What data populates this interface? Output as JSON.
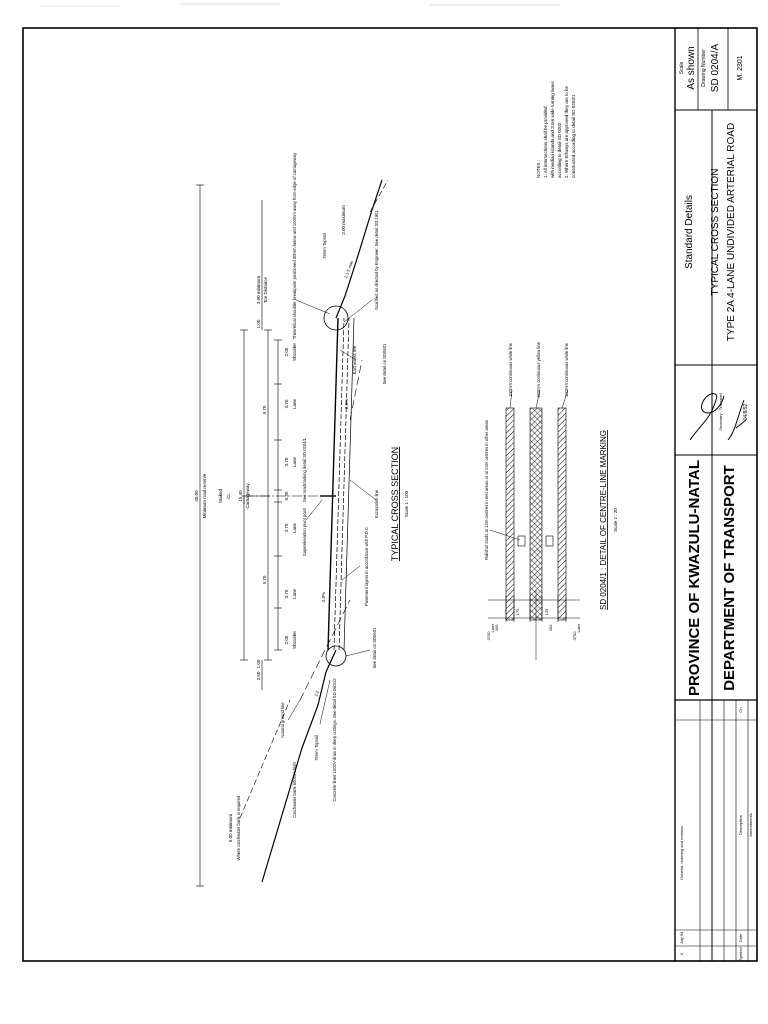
{
  "title_block": {
    "scale_label": "Scale",
    "scale_value": "As shown",
    "drawing_number_label": "Drawing Number",
    "drawing_number": "SD 0204/A",
    "sheet_code": "M. 2301",
    "series": "Standard Details",
    "title_line1": "TYPICAL CROSS SECTION",
    "title_line2": "TYPE 2A 4-LANE UNDIVIDED ARTERIAL ROAD",
    "province": "PROVINCE OF KWAZULU-NATAL",
    "department": "DEPARTMENT OF TRANSPORT",
    "signature_role": "Secretary : Transport",
    "signature_date": "04/8/92"
  },
  "amendments": {
    "header": "Amendments",
    "col_symbol": "Symbol",
    "col_date": "Date",
    "col_description": "Description",
    "col_initials": "Ch",
    "rows": [
      {
        "symbol": "A",
        "date": "July 94",
        "description": "General: ordering and revision"
      }
    ]
  },
  "notes": {
    "heading": "NOTES :",
    "items": [
      "1. All intersections shall be provided",
      "with median islands and 3.5m wide turning lanes",
      "according to detail SD 0202",
      "2. Where Erfways are approved they are to be",
      "constructed according to detail SD 0203/1"
    ]
  },
  "cross_section": {
    "title": "TYPICAL CROSS SECTION",
    "scale": "Scale 1 : 100",
    "dims": {
      "reserve": "40.00",
      "reserve_label": "Minimum road reserve",
      "staked_label": "Staked",
      "cl_label": "CL",
      "carriageway_total": "15.40",
      "carriageway_label": "Carriageway",
      "half_left": "9.70",
      "half_right": "9.70",
      "shoulder": "2.00",
      "shoulder_label": "Shoulder",
      "lane": "3.70",
      "lane_label": "Lane",
      "median_line": "0.30",
      "verge_left": "1.00",
      "verge_right": "1.00",
      "edge_left": "2.50",
      "toe_distance": "3.00 minimum",
      "toe_label": "Toe Distance",
      "cut_distance": "3.00 maximum",
      "fill_left": "6.00 minimum",
      "crossfall_left": "2.0%",
      "crossfall_right": "2.0%"
    },
    "labels": {
      "natural_ground": "Natural ground line",
      "topsoil_left": "75mm Topsoil",
      "topsoil_right": "75mm Topsoil",
      "catchwater_bank": "Catchwater bank 600mm high",
      "where_bank": "Where catchwater bank is required",
      "concrete_drain": "Concrete lined 1000V-drain in deep cuttings. See detail SD 0601/2",
      "see_detail_left": "See detail on SD0601",
      "pavement_layers": "Pavement layers in accordance with P.D.C.",
      "superelevation": "Superelevation pivot point",
      "see_roadmarking": "See roadmarking detail SD 0204/1",
      "excavation_line": "Excavation line",
      "earthworks_line": "Earthworks line",
      "see_detail_right": "See detail on SD0601",
      "shoulder_breakpoint": "Theoretical shoulder breakpoint positioned 30mm below and 100mm away from edge of carriageway",
      "topsoil_75": "75mm Topsoil",
      "scarified": "Scarified as directed by Engineer. See detail SD 1901",
      "slope_1_2": "1:2",
      "slope_1_4": "1:4",
      "slope_1_15": "1:1.5 max"
    }
  },
  "centre_line": {
    "title": "SD 0204/1 : DETAIL OF CENTRE-LINE MARKING",
    "scale": "Scale 1 : 20",
    "railshot_note": "Railshot studs at 12m centres in rest areas or at 24m centres in other areas",
    "line_a": "100mm continuous white line",
    "line_b": "150mm continuous yellow line",
    "line_c": "100mm continuous white line",
    "dims": [
      "175",
      "125",
      "300",
      "300",
      "3700",
      "3700",
      "125",
      "175"
    ],
    "lane_left": "Lane",
    "lane_right": "Lane"
  }
}
